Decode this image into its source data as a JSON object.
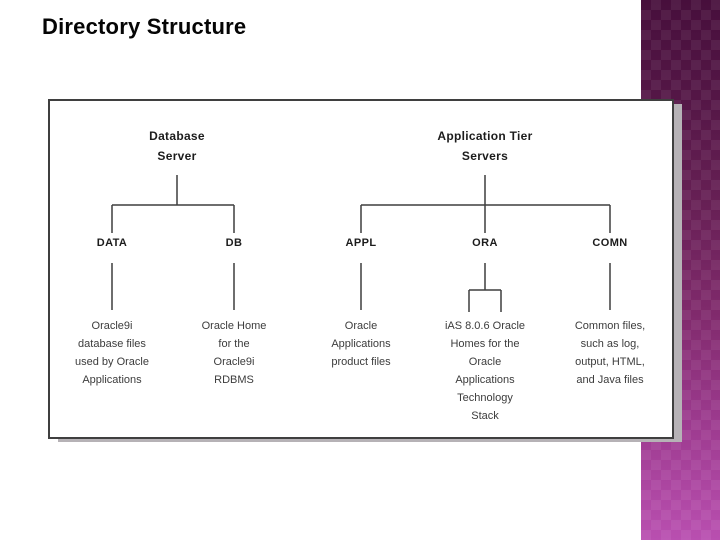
{
  "slide": {
    "title": "Directory Structure"
  },
  "diagram": {
    "trees": [
      {
        "header": "Database\nServer"
      },
      {
        "header": "Application Tier\nServers"
      }
    ],
    "nodes": [
      {
        "label": "DATA",
        "description": "Oracle9i\ndatabase files\nused by Oracle\nApplications"
      },
      {
        "label": "DB",
        "description": "Oracle Home\nfor the\nOracle9i\nRDBMS"
      },
      {
        "label": "APPL",
        "description": "Oracle\nApplications\nproduct files"
      },
      {
        "label": "ORA",
        "description": "iAS 8.0.6 Oracle\nHomes for the\nOracle\nApplications\nTechnology\nStack"
      },
      {
        "label": "COMN",
        "description": "Common files,\nsuch as log,\noutput, HTML,\nand Java files"
      }
    ],
    "colors": {
      "line": "#3f3f3f",
      "box_border": "#3f3f3f",
      "box_shadow": "#b6b2b6",
      "band_top": "#470f3c",
      "band_mid": "#802a6c",
      "band_bottom": "#b94fb0"
    }
  }
}
